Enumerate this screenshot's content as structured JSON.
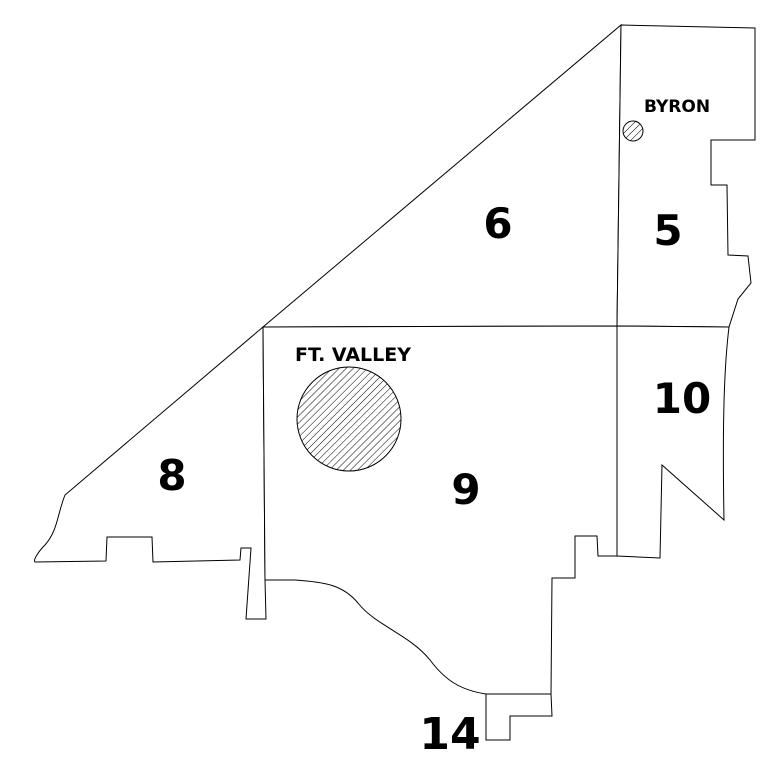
{
  "districts": [
    {
      "id": "5",
      "label": "5"
    },
    {
      "id": "6",
      "label": "6"
    },
    {
      "id": "8",
      "label": "8"
    },
    {
      "id": "9",
      "label": "9"
    },
    {
      "id": "10",
      "label": "10"
    },
    {
      "id": "14",
      "label": "14"
    }
  ],
  "cities": [
    {
      "name": "FT. VALLEY"
    },
    {
      "name": "BYRON"
    }
  ],
  "style": {
    "fill_color": "#ffffff",
    "boundary_color": "#000000",
    "hatch": "diagonal-lines"
  }
}
